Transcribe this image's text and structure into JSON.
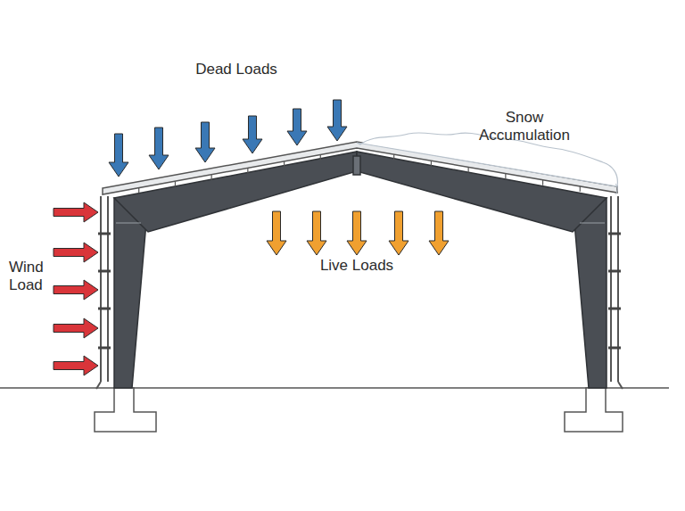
{
  "diagram": {
    "labels": [
      "Dead Loads",
      "Snow Accumulation",
      "Wind Load",
      "Live Loads"
    ]
  }
}
